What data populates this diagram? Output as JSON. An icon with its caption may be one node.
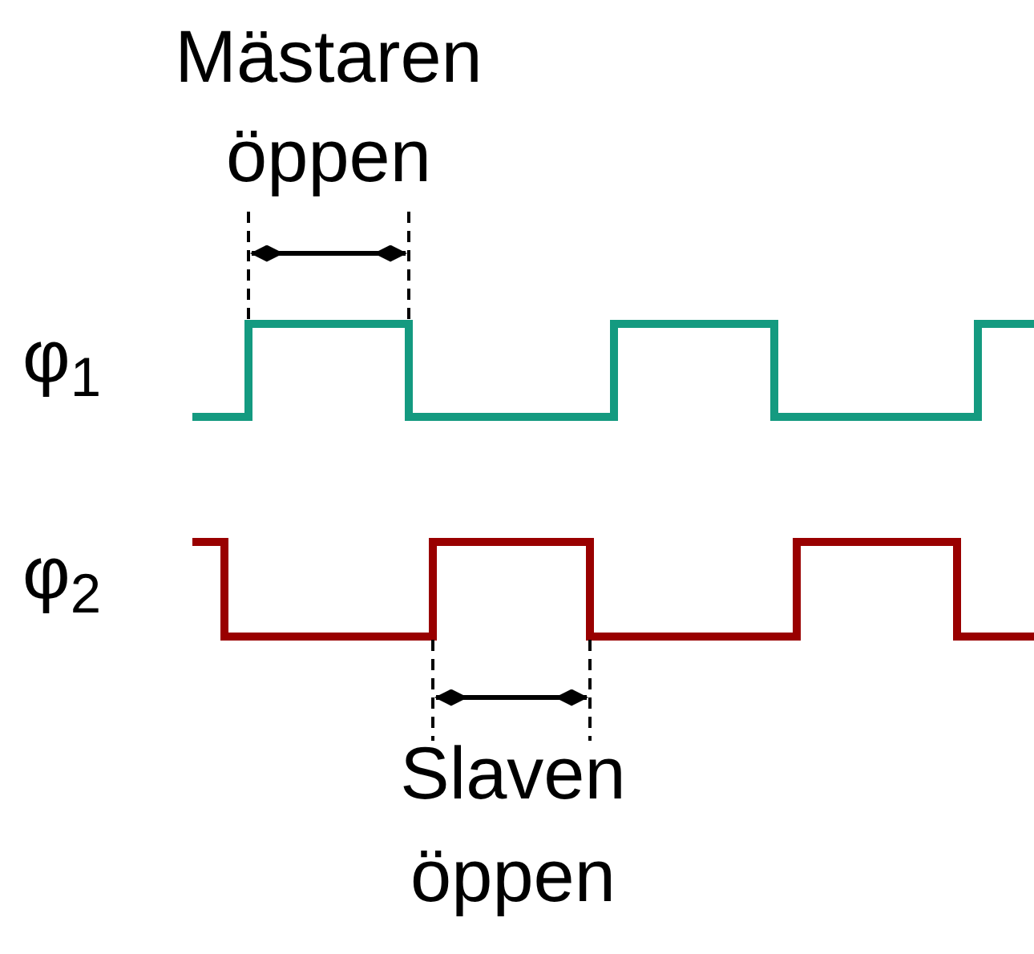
{
  "diagram": {
    "labels": [
      "Mästaren öppen",
      "φ$_{1}$",
      "φ$_{2}$",
      "Slaven öppen"
    ]
  }
}
